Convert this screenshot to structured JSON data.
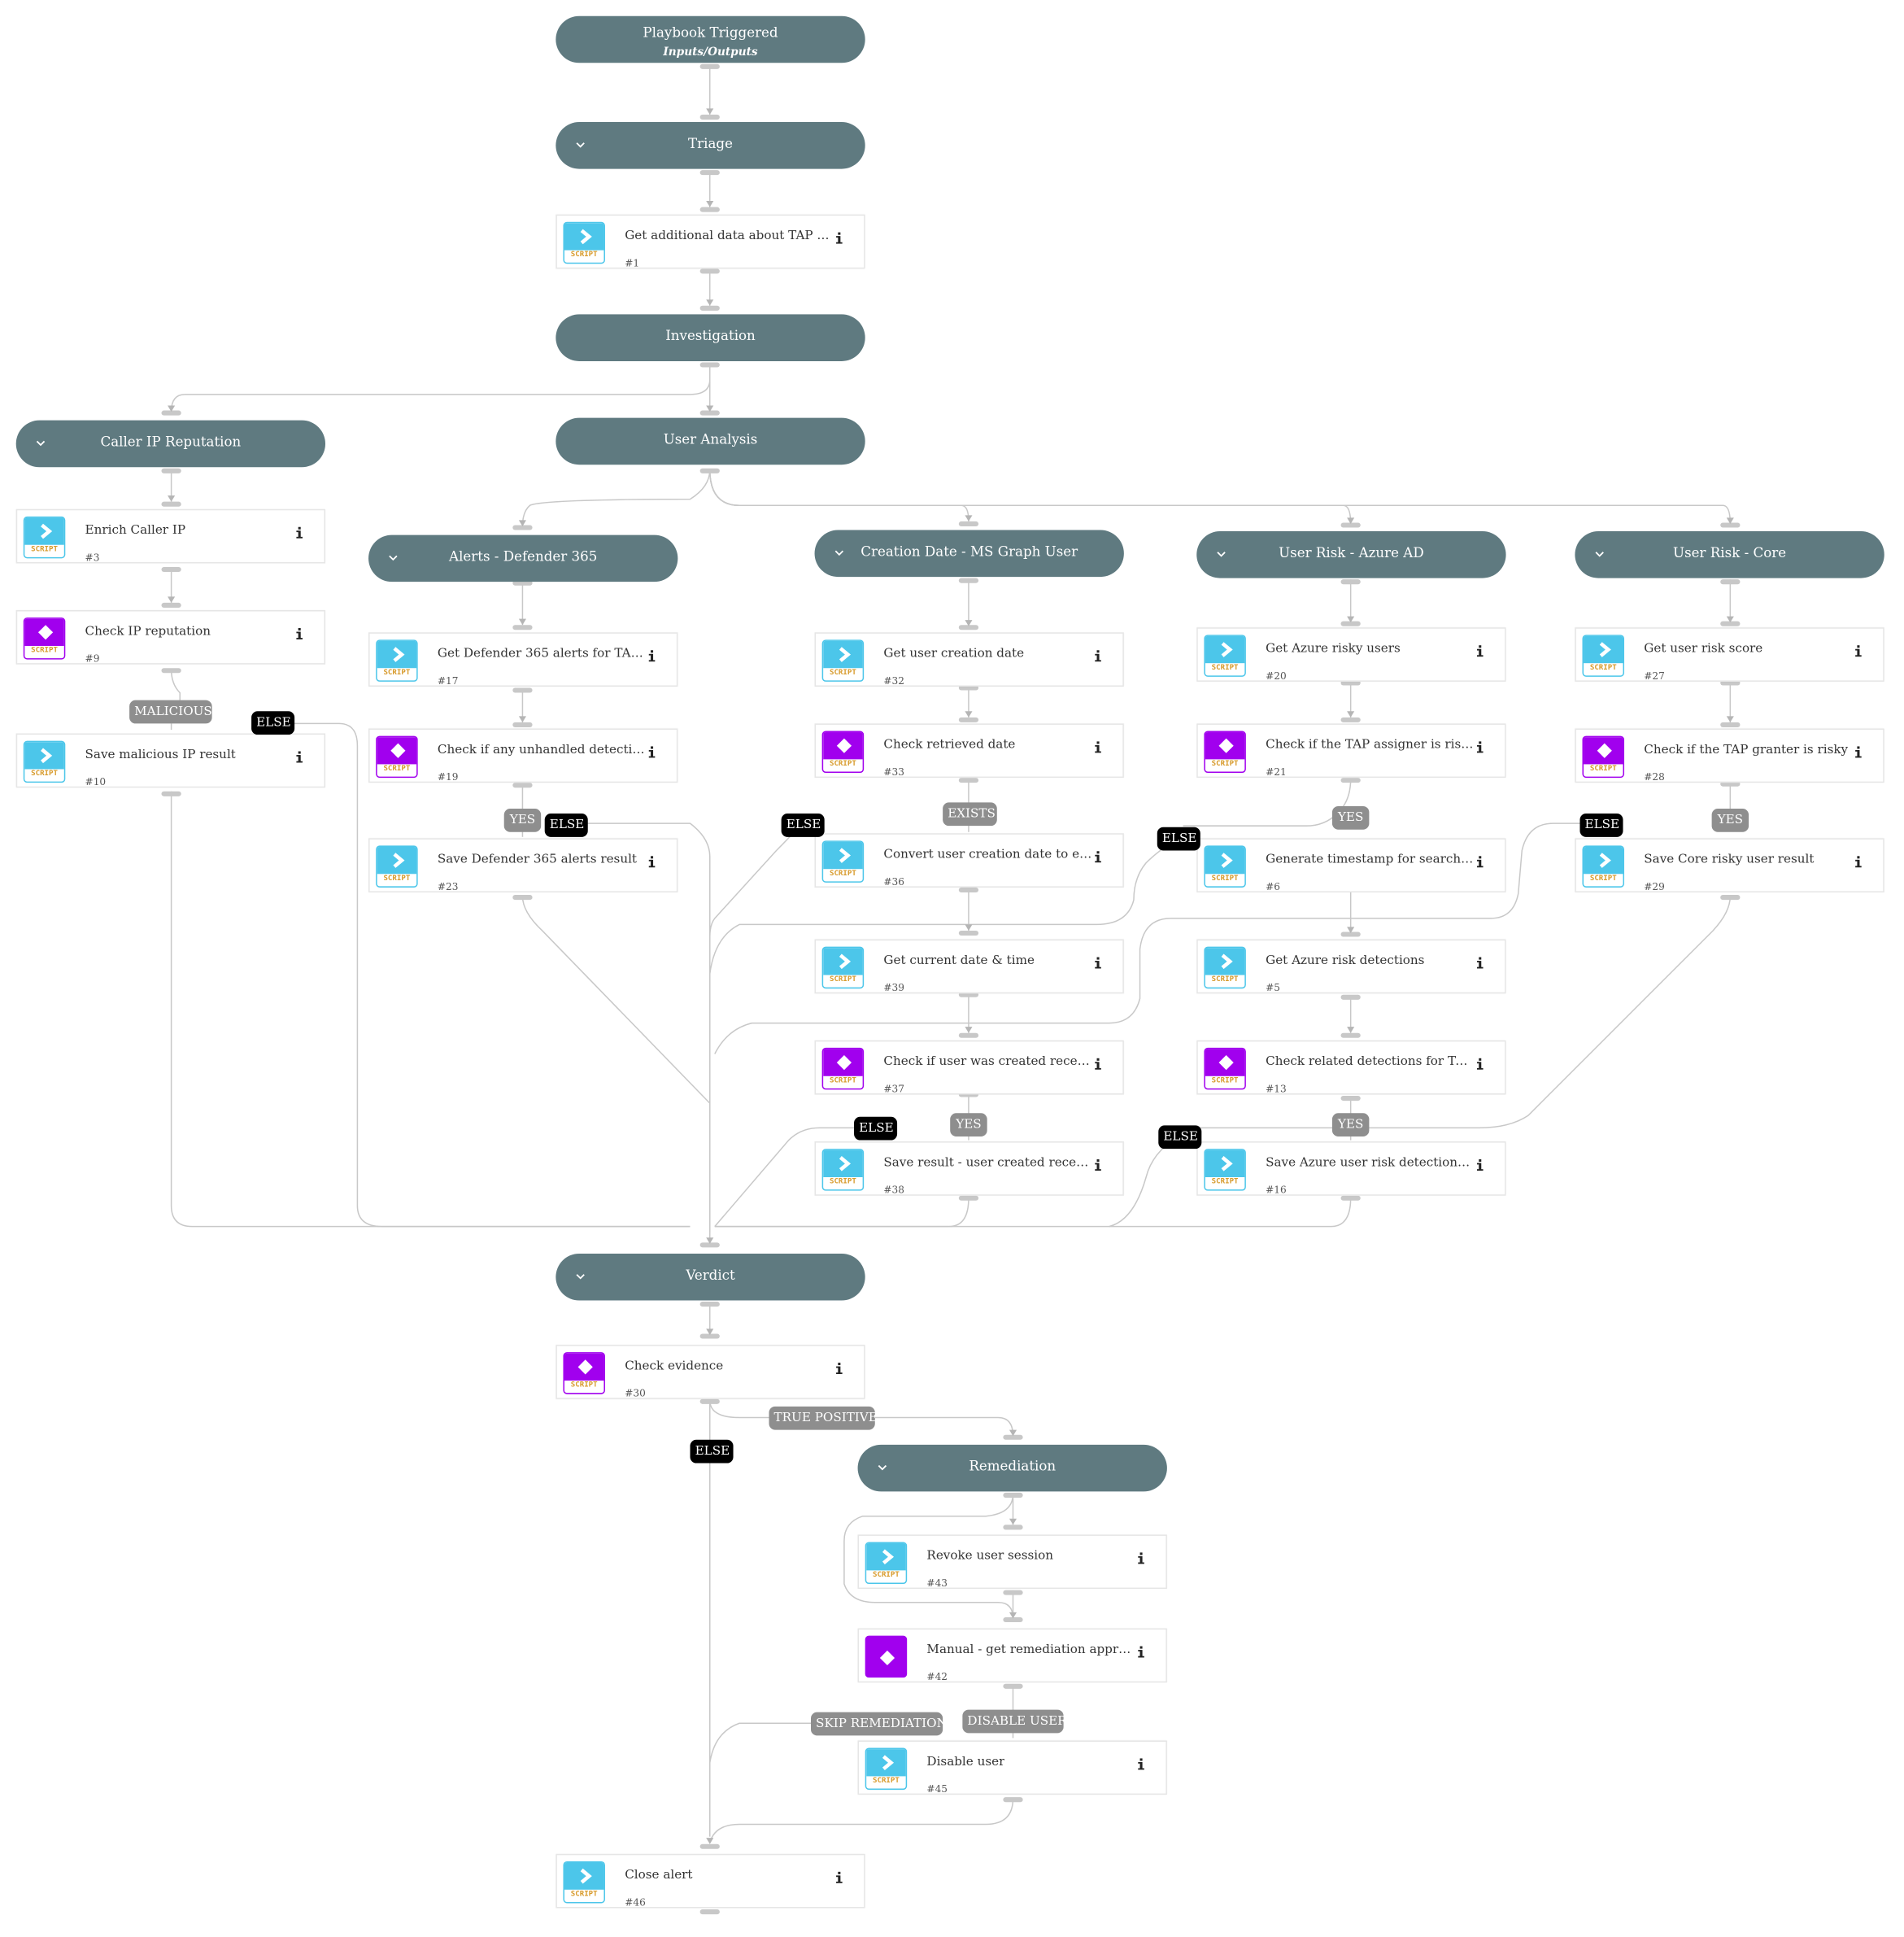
{
  "colors": {
    "section": "#5f7a80",
    "script": "#4cc6ea",
    "condition": "#a100ee",
    "badge_text": "#d79a2b",
    "edge": "#c8c8c8",
    "label_grey": "#8e8e8e",
    "label_black": "#000000"
  },
  "icons": {
    "script": "chevron-right-icon",
    "condition": "diamond-icon",
    "collapse": "chevron-down-icon",
    "info": "info-icon"
  },
  "script_badge_text": "SCRIPT",
  "sections": {
    "trigger": {
      "title": "Playbook Triggered",
      "subtitle": "Inputs/Outputs"
    },
    "triage": "Triage",
    "investigation": "Investigation",
    "caller_ip": "Caller IP Reputation",
    "user_analysis": "User Analysis",
    "alerts_defender": "Alerts - Defender 365",
    "creation_date": "Creation Date - MS Graph User",
    "user_risk_azure": "User Risk - Azure AD",
    "user_risk_core": "User Risk - Core",
    "verdict": "Verdict",
    "remediation": "Remediation"
  },
  "tasks": {
    "t1": {
      "label": "Get additional data about TAP registration",
      "num": "#1"
    },
    "t3": {
      "label": "Enrich Caller IP",
      "num": "#3"
    },
    "t9": {
      "label": "Check IP reputation",
      "num": "#9"
    },
    "t10": {
      "label": "Save malicious IP result",
      "num": "#10"
    },
    "t17": {
      "label": "Get Defender 365 alerts for TAP assignee",
      "num": "#17"
    },
    "t19": {
      "label": "Check if any unhandled detection matches",
      "num": "#19"
    },
    "t23": {
      "label": "Save Defender 365 alerts result",
      "num": "#23"
    },
    "t32": {
      "label": "Get user creation date",
      "num": "#32"
    },
    "t33": {
      "label": "Check retrieved date",
      "num": "#33"
    },
    "t36": {
      "label": "Convert user creation date to epoch",
      "num": "#36"
    },
    "t39": {
      "label": "Get current date & time",
      "num": "#39"
    },
    "t37": {
      "label": "Check if user was created recently",
      "num": "#37"
    },
    "t38": {
      "label": "Save result - user created recently",
      "num": "#38"
    },
    "t20": {
      "label": "Get Azure risky users",
      "num": "#20"
    },
    "t21": {
      "label": "Check if the TAP assigner is risky",
      "num": "#21"
    },
    "t6": {
      "label": "Generate timestamp for searching user risk",
      "num": "#6"
    },
    "t5": {
      "label": "Get Azure risk detections",
      "num": "#5"
    },
    "t13": {
      "label": "Check related detections for TAP assignee",
      "num": "#13"
    },
    "t16": {
      "label": "Save Azure user risk detections result",
      "num": "#16"
    },
    "t27": {
      "label": "Get user risk score",
      "num": "#27"
    },
    "t28": {
      "label": "Check if the TAP granter is risky",
      "num": "#28"
    },
    "t29": {
      "label": "Save Core risky user result",
      "num": "#29"
    },
    "t30": {
      "label": "Check evidence",
      "num": "#30"
    },
    "t43": {
      "label": "Revoke user session",
      "num": "#43"
    },
    "t42": {
      "label": "Manual - get remediation approval",
      "num": "#42"
    },
    "t45": {
      "label": "Disable user",
      "num": "#45"
    },
    "t46": {
      "label": "Close alert",
      "num": "#46"
    }
  },
  "edge_labels": {
    "malicious": "MALICIOUS",
    "else": "ELSE",
    "yes": "YES",
    "exists": "EXISTS",
    "true_positive": "TRUE POSITIVE",
    "skip_remediation": "SKIP REMEDIATION",
    "disable_user": "DISABLE USER"
  }
}
